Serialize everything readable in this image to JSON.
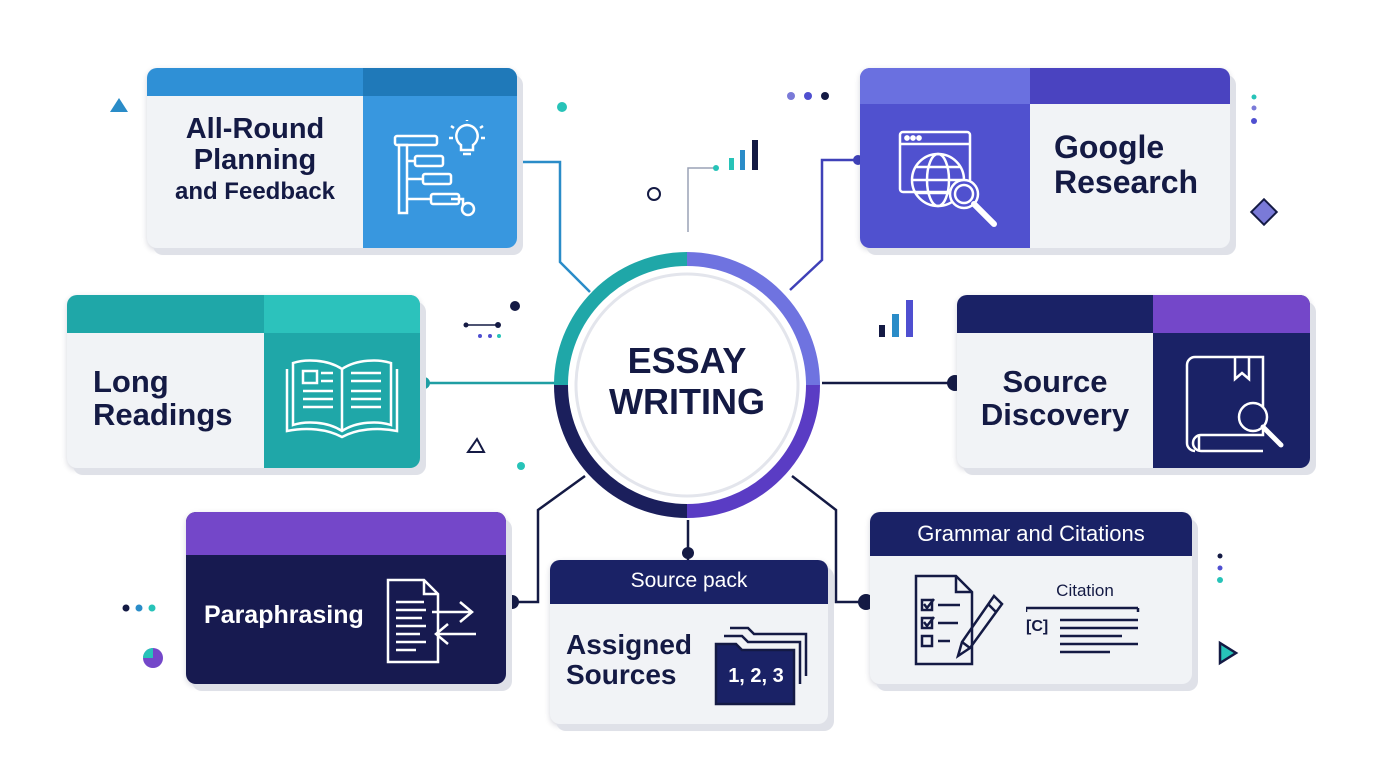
{
  "center": {
    "line1": "ESSAY",
    "line2": "WRITING"
  },
  "nodes": {
    "planning": {
      "line1": "All-Round",
      "line2": "Planning",
      "line3": "and Feedback"
    },
    "google": {
      "line1": "Google",
      "line2": "Research"
    },
    "readings": {
      "line1": "Long",
      "line2": "Readings"
    },
    "discovery": {
      "line1": "Source",
      "line2": "Discovery"
    },
    "paraphrasing": {
      "label": "Paraphrasing"
    },
    "sourcepack": {
      "header": "Source pack",
      "line1": "Assigned",
      "line2": "Sources",
      "folder_label": "1, 2, 3"
    },
    "grammar": {
      "header": "Grammar and Citations",
      "citation_label": "Citation",
      "citation_marker": "[C]"
    }
  },
  "colors": {
    "navy": "#141a44",
    "blue": "#2f8fd6",
    "teal": "#1fa7a8",
    "indigo": "#4f4fd0",
    "purple": "#7447c9",
    "dark_navy": "#171a50"
  },
  "icons": [
    "flowchart-lightbulb-icon",
    "globe-magnifier-icon",
    "open-book-icon",
    "book-magnifier-icon",
    "document-arrows-icon",
    "folders-icon",
    "checklist-pencil-icon"
  ]
}
